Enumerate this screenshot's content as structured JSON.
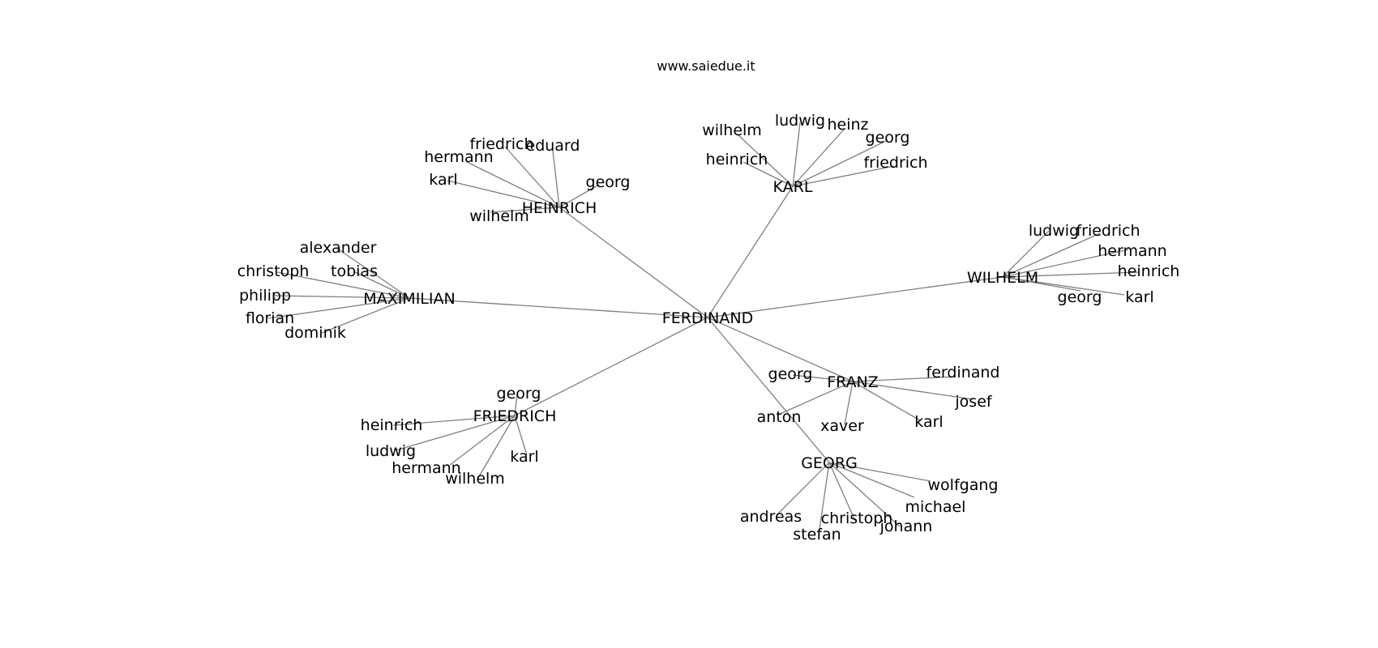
{
  "title": "www.saiedue.it",
  "edge_color": "#7f7f7f",
  "root": {
    "label": "FERDINAND",
    "children": [
      {
        "label": "HEINRICH",
        "children": [
          "friedrich",
          "eduard",
          "hermann",
          "karl",
          "georg",
          "wilhelm"
        ]
      },
      {
        "label": "KARL",
        "children": [
          "wilhelm",
          "ludwig",
          "heinz",
          "georg",
          "heinrich",
          "friedrich"
        ]
      },
      {
        "label": "WILHELM",
        "children": [
          "ludwig",
          "friedrich",
          "hermann",
          "heinrich",
          "georg",
          "karl"
        ]
      },
      {
        "label": "MAXIMILIAN",
        "children": [
          "alexander",
          "christoph",
          "tobias",
          "philipp",
          "florian",
          "dominik"
        ]
      },
      {
        "label": "FRIEDRICH",
        "children": [
          "georg",
          "heinrich",
          "ludwig",
          "hermann",
          "wilhelm",
          "karl"
        ]
      },
      {
        "label": "FRANZ",
        "children": [
          "georg",
          "ferdinand",
          "josef",
          "anton",
          "xaver",
          "karl"
        ]
      },
      {
        "label": "GEORG",
        "children": [
          "wolfgang",
          "michael",
          "andreas",
          "christoph",
          "johann",
          "stefan"
        ]
      }
    ]
  }
}
